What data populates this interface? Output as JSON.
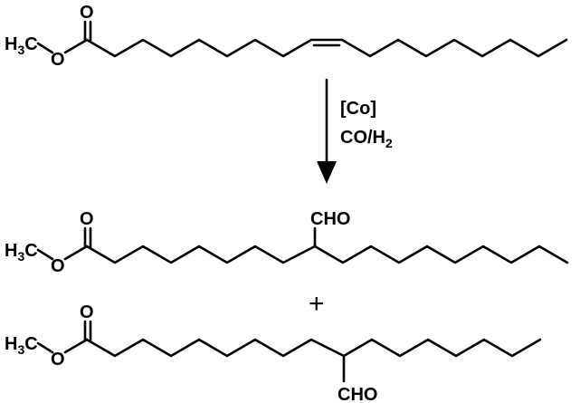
{
  "molecules": [
    {
      "name": "methyl-oleate",
      "methyl_label": "H",
      "methyl_sub": "3",
      "methyl_c": "C",
      "carbonyl_o": "O",
      "ester_o": "O"
    },
    {
      "name": "product-9-formyl",
      "methyl_label": "H",
      "methyl_sub": "3",
      "methyl_c": "C",
      "carbonyl_o": "O",
      "ester_o": "O",
      "aldehyde": "CHO"
    },
    {
      "name": "product-10-formyl",
      "methyl_label": "H",
      "methyl_sub": "3",
      "methyl_c": "C",
      "carbonyl_o": "O",
      "ester_o": "O",
      "aldehyde": "CHO"
    }
  ],
  "reaction": {
    "catalyst": "[Co]",
    "reagent_main": "CO/H",
    "reagent_sub": "2"
  },
  "plus_sign": "+"
}
